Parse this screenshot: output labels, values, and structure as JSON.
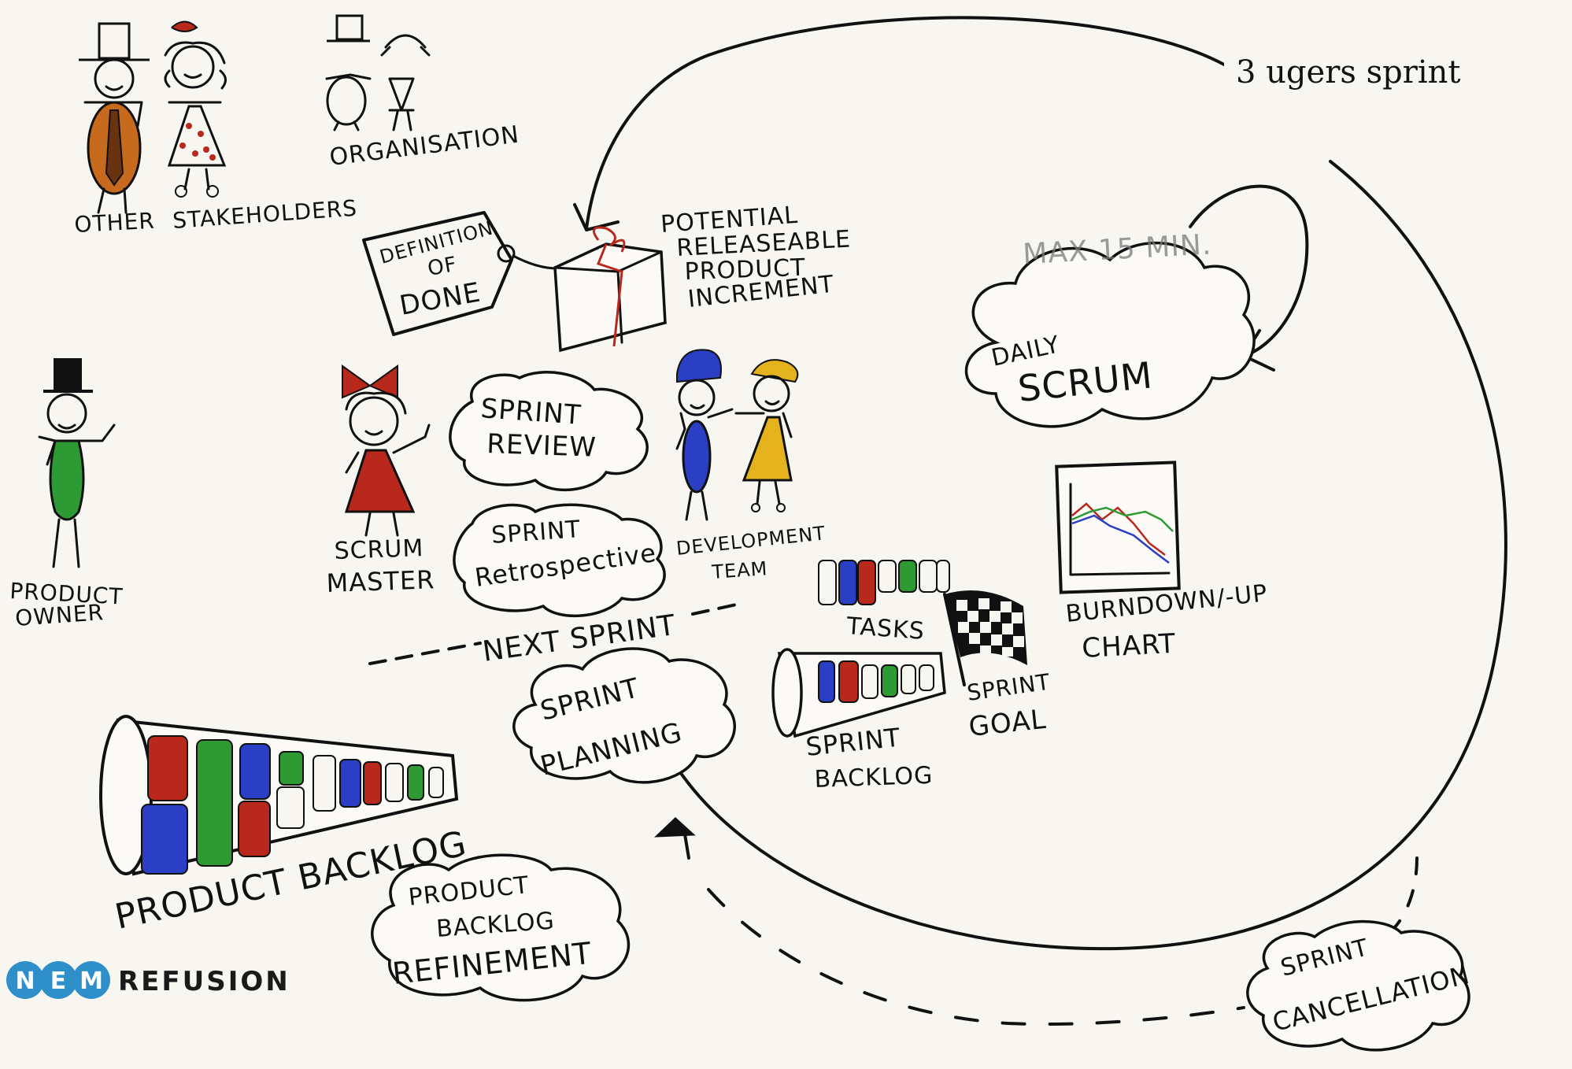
{
  "labels": {
    "sprint_length": "3 ugers sprint",
    "max_time": "MAX 15 MIN.",
    "other": "OTHER",
    "stakeholders": "STAKEHOLDERS",
    "organisation": "ORGANISATION",
    "definition_of_done": [
      "DEFINITION",
      "OF",
      "DONE"
    ],
    "potential_increment": [
      "POTENTIAL",
      "RELEASEABLE",
      "PRODUCT",
      "INCREMENT"
    ],
    "daily_scrum": [
      "DAILY",
      "SCRUM"
    ],
    "product_owner": [
      "PRODUCT",
      "OWNER"
    ],
    "sprint_review": [
      "SPRINT",
      "REVIEW"
    ],
    "scrum_master": [
      "SCRUM",
      "MASTER"
    ],
    "development_team": [
      "DEVELOPMENT",
      "TEAM"
    ],
    "sprint_retrospective": [
      "SPRINT",
      "Retrospective"
    ],
    "burndown_chart": [
      "BURNDOWN/-UP",
      "CHART"
    ],
    "tasks": "TASKS",
    "next_sprint": "NEXT SPRINT",
    "sprint_planning": [
      "SPRINT",
      "PLANNING"
    ],
    "sprint_goal": [
      "SPRINT",
      "GOAL"
    ],
    "sprint_backlog": [
      "SPRINT",
      "BACKLOG"
    ],
    "product_backlog": "PRODUCT BACKLOG",
    "product_backlog_refinement": [
      "PRODUCT",
      "BACKLOG",
      "REFINEMENT"
    ],
    "sprint_cancellation": [
      "SPRINT",
      "CANCELLATION"
    ]
  },
  "logo": {
    "letters": [
      "N",
      "E",
      "M"
    ],
    "wordmark": "REFUSION"
  },
  "colors": {
    "ink": "#111111",
    "red": "#b8281d",
    "green": "#2e9a33",
    "blue": "#2b3fc4",
    "orange": "#c66a1e",
    "yellow": "#e3b21c",
    "logo_blue": "#2f8fcb"
  }
}
